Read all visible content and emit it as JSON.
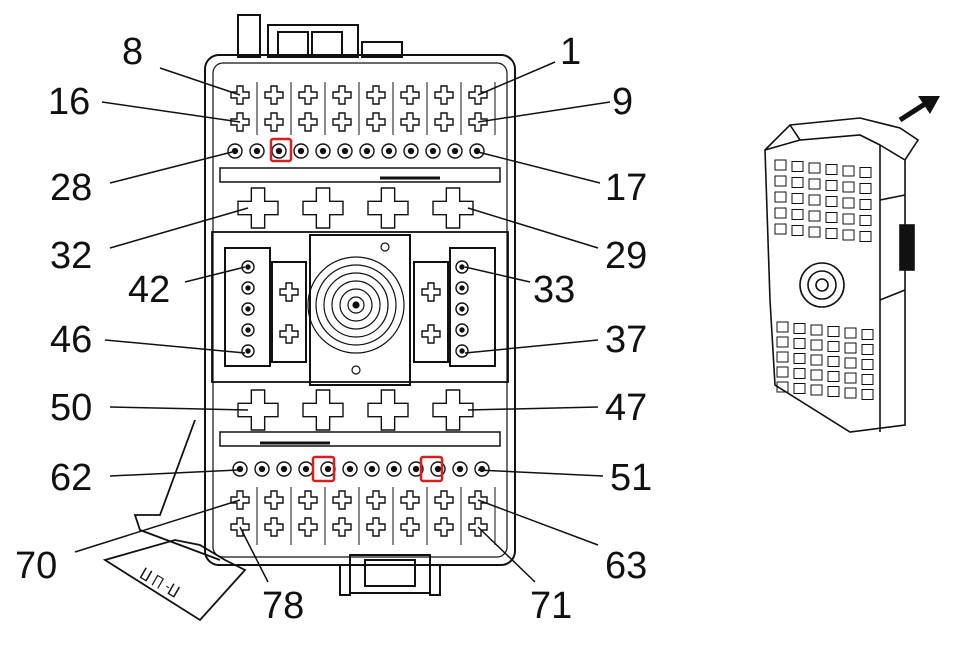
{
  "diagram": {
    "pin_labels": [
      {
        "id": "8",
        "text": "8"
      },
      {
        "id": "1",
        "text": "1"
      },
      {
        "id": "16",
        "text": "16"
      },
      {
        "id": "9",
        "text": "9"
      },
      {
        "id": "28",
        "text": "28"
      },
      {
        "id": "17",
        "text": "17"
      },
      {
        "id": "32",
        "text": "32"
      },
      {
        "id": "29",
        "text": "29"
      },
      {
        "id": "42",
        "text": "42"
      },
      {
        "id": "33",
        "text": "33"
      },
      {
        "id": "46",
        "text": "46"
      },
      {
        "id": "37",
        "text": "37"
      },
      {
        "id": "50",
        "text": "50"
      },
      {
        "id": "47",
        "text": "47"
      },
      {
        "id": "62",
        "text": "62"
      },
      {
        "id": "51",
        "text": "51"
      },
      {
        "id": "70",
        "text": "70"
      },
      {
        "id": "63",
        "text": "63"
      },
      {
        "id": "78",
        "text": "78"
      },
      {
        "id": "71",
        "text": "71"
      }
    ],
    "highlight_color": "#d62020",
    "line_color": "#111111",
    "icons": [
      "connector-face-view",
      "connector-iso-view",
      "direction-arrow"
    ]
  }
}
